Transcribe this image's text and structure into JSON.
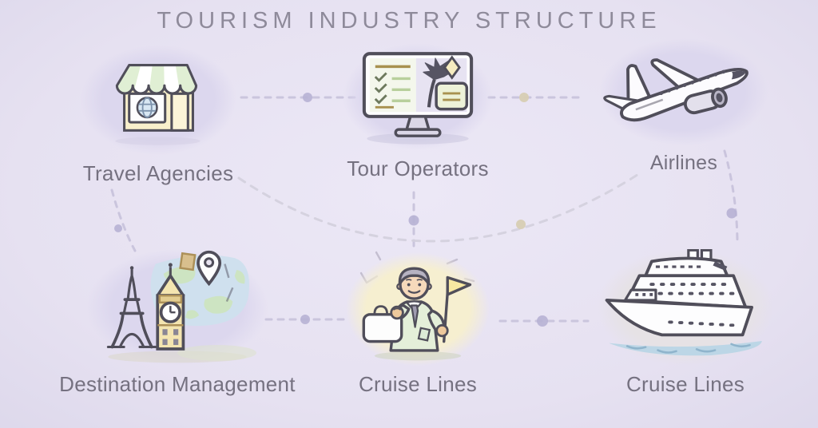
{
  "title": "TOURISM INDUSTRY STRUCTURE",
  "nodes": [
    {
      "id": "travel-agencies",
      "label": "Travel Agencies",
      "icon": "storefront-icon"
    },
    {
      "id": "tour-operators",
      "label": "Tour Operators",
      "icon": "monitor-checklist-icon"
    },
    {
      "id": "airlines",
      "label": "Airlines",
      "icon": "airplane-icon"
    },
    {
      "id": "destination-management",
      "label": "Destination Management",
      "icon": "landmarks-map-icon"
    },
    {
      "id": "cruise-lines-guide",
      "label": "Cruise Lines",
      "icon": "tour-guide-icon"
    },
    {
      "id": "cruise-lines-ship",
      "label": "Cruise Lines",
      "icon": "cruise-ship-icon"
    }
  ],
  "connectors": [
    {
      "from": "travel-agencies",
      "to": "tour-operators",
      "style": "dashed",
      "junction_dot": "lavender"
    },
    {
      "from": "tour-operators",
      "to": "airlines",
      "style": "dashed",
      "junction_dot": "beige"
    },
    {
      "from": "travel-agencies",
      "to": "destination-management",
      "style": "dashed",
      "junction_dot": "lavender"
    },
    {
      "from": "tour-operators",
      "to": "cruise-lines-guide",
      "style": "dashed",
      "junction_dot": "lavender"
    },
    {
      "from": "airlines",
      "to": "cruise-lines-ship",
      "style": "dashed",
      "junction_dot": "lavender"
    },
    {
      "from": "travel-agencies",
      "to": "airlines",
      "style": "dashed-arc",
      "junction_dot": "beige"
    },
    {
      "from": "destination-management",
      "to": "cruise-lines-guide",
      "style": "dashed",
      "junction_dot": "lavender"
    },
    {
      "from": "cruise-lines-guide",
      "to": "cruise-lines-ship",
      "style": "dashed",
      "junction_dot": "lavender"
    }
  ],
  "colors": {
    "background": "#e6e1f1",
    "bg_center": "#ece8f6",
    "bg_edge": "#d8d3e8",
    "title_text": "#8e8a9a",
    "label_text": "#757180",
    "bubble_lavender": "#dcd7ee",
    "bubble_yellow": "#f6efd0",
    "bubble_gray": "#e6e2e5",
    "connector_dash": "#c6c1da",
    "connector_arc": "#d3cfdd",
    "dot_lavender": "#b7b1d4",
    "dot_beige": "#d7cdb3",
    "outline_dark": "#504e5a"
  }
}
